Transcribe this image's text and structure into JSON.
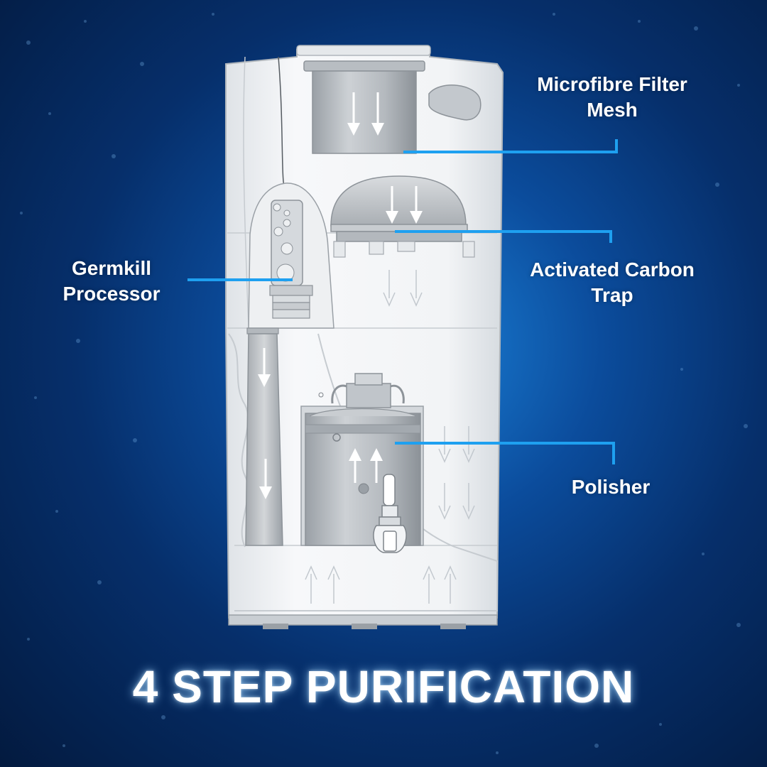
{
  "headline": "4 STEP PURIFICATION",
  "callouts": [
    {
      "id": "microfibre",
      "lines": [
        "Microfibre Filter",
        "Mesh"
      ]
    },
    {
      "id": "germkill",
      "lines": [
        "Germkill",
        "Processor"
      ]
    },
    {
      "id": "carbon",
      "lines": [
        "Activated Carbon",
        "Trap"
      ]
    },
    {
      "id": "polisher",
      "lines": [
        "Polisher"
      ]
    }
  ],
  "colors": {
    "background_dark": "#031a3f",
    "background_glow": "#1a7fd6",
    "leader_line": "#1ea0f0",
    "text": "#ffffff",
    "body": "#f4f6f8",
    "filter_grey": "#b9bec4"
  },
  "icons": [
    "water-flow-arrow-icon"
  ]
}
